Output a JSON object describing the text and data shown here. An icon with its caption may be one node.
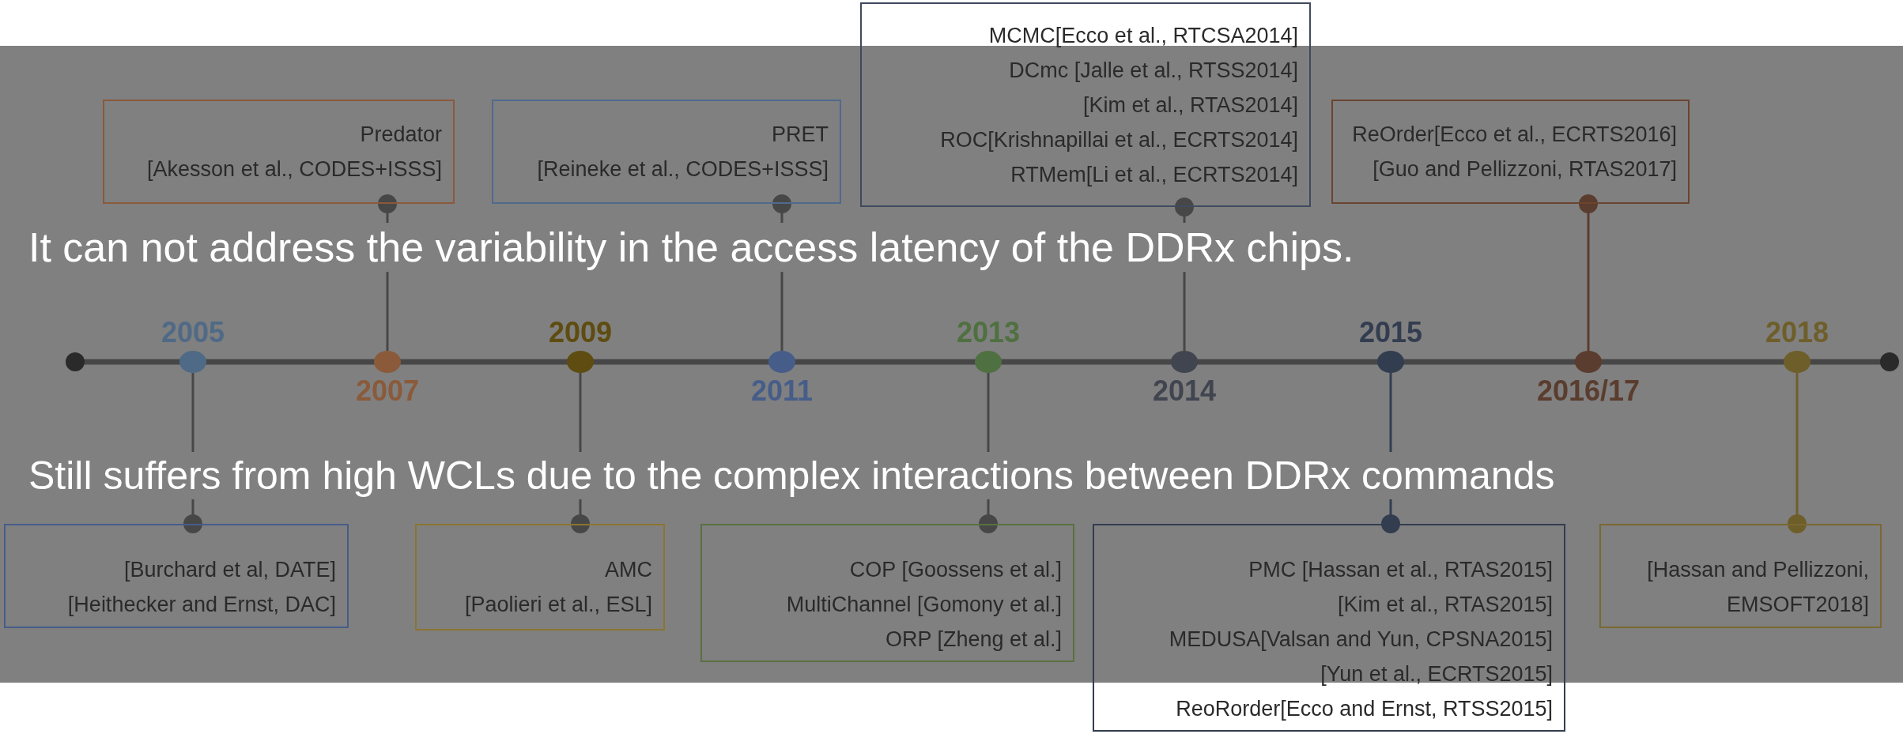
{
  "diagram": {
    "nodes": [
      {
        "text": [
          "Predator",
          "[Akesson et al., CODES+ISSS]"
        ]
      },
      {
        "text": [
          "PRET",
          "[Reineke et al., CODES+ISSS]"
        ]
      },
      {
        "text": [
          "MCMC[Ecco et al., RTCSA2014]",
          "DCmc [Jalle et al., RTSS2014]",
          "[Kim et al., RTAS2014]",
          "ROC[Krishnapillai et al., ECRTS2014]",
          "RTMem[Li et al., ECRTS2014]"
        ]
      },
      {
        "text": [
          "ReOrder[Ecco et al., ECRTS2016]",
          "[Guo and Pellizzoni, RTAS2017]"
        ]
      },
      {
        "text": [
          "2005"
        ]
      },
      {
        "text": [
          "2007"
        ]
      },
      {
        "text": [
          "2009"
        ]
      },
      {
        "text": [
          "2011"
        ]
      },
      {
        "text": [
          "2013"
        ]
      },
      {
        "text": [
          "2014"
        ]
      },
      {
        "text": [
          "2015"
        ]
      },
      {
        "text": [
          "2016/17"
        ]
      },
      {
        "text": [
          "2018"
        ]
      },
      {
        "text": [
          "[Burchard et al, DATE]",
          "[Heithecker and Ernst, DAC]"
        ]
      },
      {
        "text": [
          "AMC",
          "[Paolieri et al., ESL]"
        ]
      },
      {
        "text": [
          "COP [Goossens et al.]",
          "MultiChannel [Gomony et al.]",
          "ORP [Zheng et al.]"
        ]
      },
      {
        "text": [
          "PMC [Hassan et al., RTAS2015]",
          "[Kim et al., RTAS2015]",
          "MEDUSA[Valsan and Yun, CPSNA2015]",
          "[Yun et al., ECRTS2015]",
          "ReoRorder[Ecco and Ernst, RTSS2015]"
        ]
      },
      {
        "text": [
          "[Hassan and Pellizzoni, EMSOFT2018]"
        ]
      }
    ],
    "edges": [
      {
        "from": 0,
        "to": 5,
        "arrow": "other"
      },
      {
        "from": 1,
        "to": 7,
        "arrow": "other"
      },
      {
        "from": 2,
        "to": 9,
        "arrow": "other"
      },
      {
        "from": 3,
        "to": 11,
        "arrow": "other",
        "color": "#5a3d2e"
      },
      {
        "from": 13,
        "to": 4,
        "arrow": "other"
      },
      {
        "from": 14,
        "to": 6,
        "arrow": "other"
      },
      {
        "from": 15,
        "to": 8,
        "arrow": "other"
      },
      {
        "from": 16,
        "to": 10,
        "arrow": "other",
        "color": "#333d50"
      },
      {
        "from": 17,
        "to": 12,
        "arrow": "other",
        "color": "#6e5e2a"
      }
    ],
    "labels": [
      "It can not address the variability in the access latency of the DDRx chips.",
      "Still suffers from high WCLs due to the complex interactions between DDRx commands"
    ]
  }
}
